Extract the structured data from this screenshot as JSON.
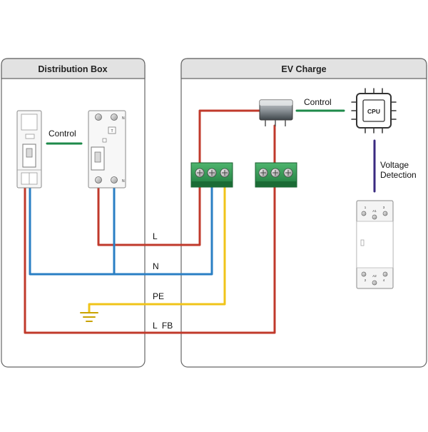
{
  "panels": {
    "distribution_box": {
      "title": "Distribution Box"
    },
    "ev_charge": {
      "title": "EV Charge"
    }
  },
  "labels": {
    "control_left": "Control",
    "control_right": "Control",
    "cpu": "CPU",
    "voltage_line1": "Voltage",
    "voltage_line2": "Detection",
    "wire_l": "L",
    "wire_n": "N",
    "wire_pe": "PE",
    "wire_l_fb": "L  FB"
  },
  "relay_terminals": {
    "t1": "1",
    "t3": "3",
    "a1": "A1",
    "t2": "2",
    "t4": "4",
    "a2": "A2"
  },
  "colors": {
    "live": "#c0392b",
    "neutral": "#2a7fc4",
    "earth": "#f0c419",
    "control": "#1e8a4a",
    "detection": "#3a2a80",
    "terminal": "#2e8b4e",
    "panel_header": "#e2e2e2",
    "panel_border": "#666666"
  },
  "icons": {
    "breaker": "circuit-breaker-icon",
    "rcd": "rcd-device-icon",
    "contactor": "contactor-icon",
    "cpu": "cpu-chip-icon",
    "relay": "relay-module-icon",
    "terminal": "terminal-block-icon",
    "ground": "ground-symbol-icon"
  }
}
